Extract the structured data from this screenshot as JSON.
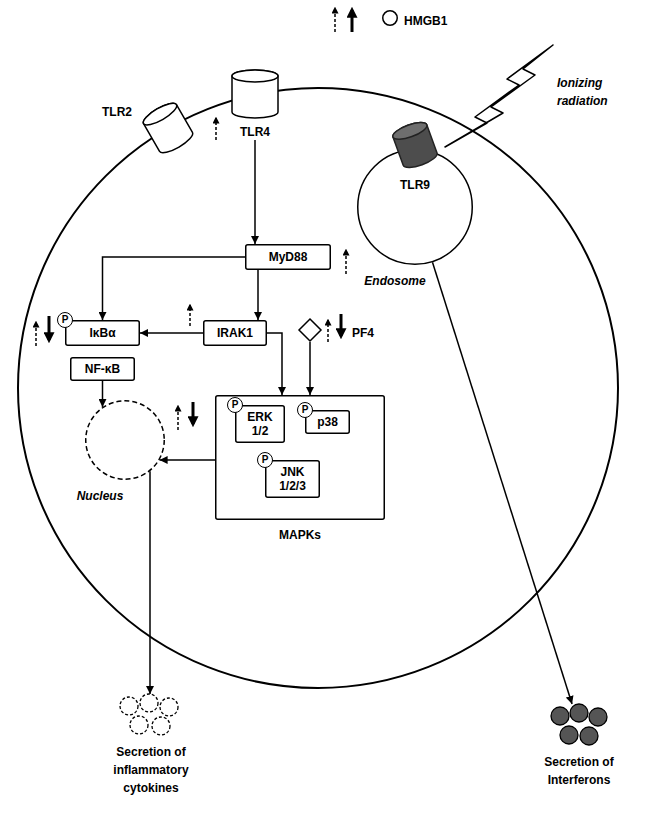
{
  "diagram": {
    "nodes": [
      {
        "text": [
          "HMGB1"
        ]
      },
      {
        "text": [
          "TLR2"
        ]
      },
      {
        "text": [
          "TLR4"
        ]
      },
      {
        "text": [
          "Ionizing radiation"
        ]
      },
      {
        "text": [
          "Endosome"
        ]
      },
      {
        "text": [
          "TLR9"
        ],
        "in": 4
      },
      {
        "text": [
          "MyD88"
        ]
      },
      {
        "text": [
          "P",
          "IκBα"
        ]
      },
      {
        "text": [
          "NF-κB"
        ]
      },
      {
        "text": [
          "IRAK1"
        ]
      },
      {
        "text": [
          "PF4"
        ]
      },
      {
        "text": [
          "Nucleus"
        ]
      },
      {
        "text": [
          "MAPKs"
        ]
      },
      {
        "text": [
          "P",
          "ERK 1/2"
        ],
        "in": 12
      },
      {
        "text": [
          "P",
          "p38"
        ],
        "in": 12
      },
      {
        "text": [
          "P",
          "JNK 1/2/3"
        ],
        "in": 12
      },
      {
        "text": [
          "Secretion of inflammatory cytokines"
        ]
      },
      {
        "text": [
          "Secretion of Interferons"
        ]
      }
    ],
    "edges": [
      {
        "from": 2,
        "to": 6,
        "arrow": "to"
      },
      {
        "from": 6,
        "to": 7,
        "arrow": "to"
      },
      {
        "from": 6,
        "to": 9,
        "arrow": "to"
      },
      {
        "from": 9,
        "to": 7,
        "arrow": "to"
      },
      {
        "from": 9,
        "to": 12,
        "arrow": "to"
      },
      {
        "from": 10,
        "to": 12,
        "arrow": "to"
      },
      {
        "from": 8,
        "to": 11,
        "arrow": "to"
      },
      {
        "from": 12,
        "to": 11,
        "arrow": "to"
      },
      {
        "from": 11,
        "to": 16,
        "arrow": "to"
      },
      {
        "from": 4,
        "to": 17,
        "arrow": "to"
      }
    ]
  }
}
